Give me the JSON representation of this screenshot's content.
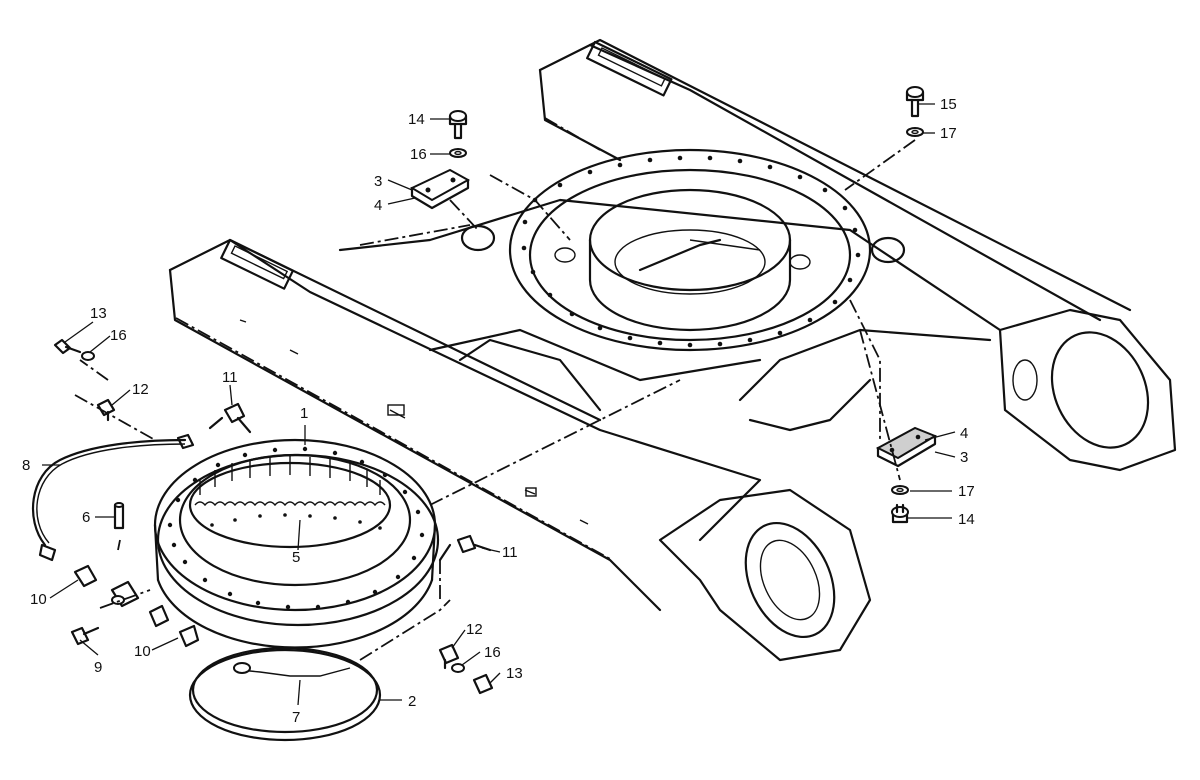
{
  "diagram": {
    "callouts": {
      "c1": "1",
      "c2": "2",
      "c3a": "3",
      "c3b": "3",
      "c4a": "4",
      "c4b": "4",
      "c5": "5",
      "c6": "6",
      "c7": "7",
      "c8": "8",
      "c9": "9",
      "c10a": "10",
      "c10b": "10",
      "c11a": "11",
      "c11b": "11",
      "c12a": "12",
      "c12b": "12",
      "c13a": "13",
      "c13b": "13",
      "c14a": "14",
      "c14b": "14",
      "c15": "15",
      "c16a": "16",
      "c16b": "16",
      "c16c": "16",
      "c17a": "17",
      "c17b": "17"
    }
  }
}
